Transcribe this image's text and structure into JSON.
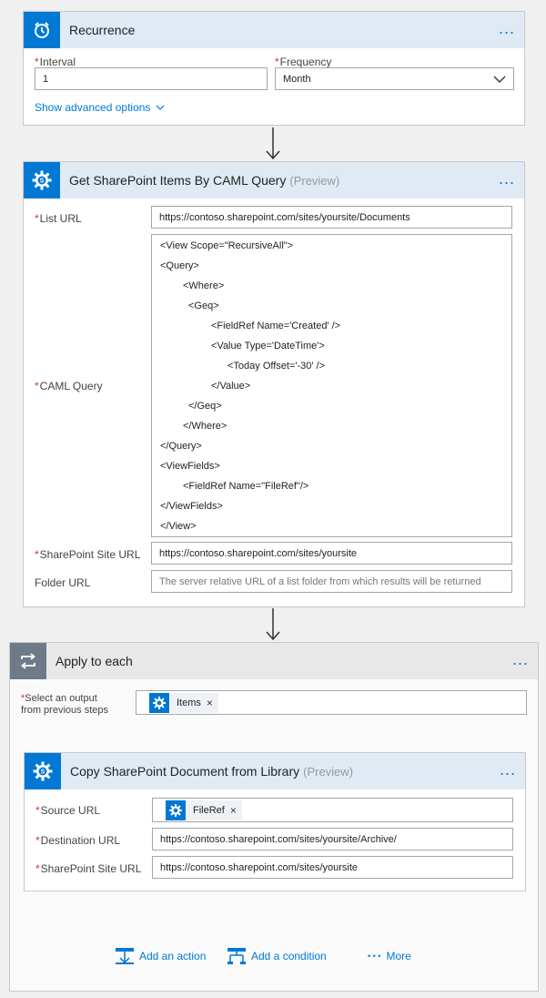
{
  "recurrence": {
    "title": "Recurrence",
    "interval_label": "Interval",
    "interval_value": "1",
    "frequency_label": "Frequency",
    "frequency_value": "Month",
    "advanced_link": "Show advanced options",
    "more": "..."
  },
  "caml_card": {
    "title": "Get SharePoint Items By CAML Query",
    "preview": "(Preview)",
    "more": "...",
    "list_url_label": "List URL",
    "list_url_value": "https://contoso.sharepoint.com/sites/yoursite/Documents",
    "caml_label": "CAML Query",
    "caml_lines": [
      "<View Scope=\"RecursiveAll\">",
      "<Query>",
      "<Where>",
      "<Geq>",
      "<FieldRef Name='Created' />",
      "<Value Type='DateTime'>",
      "<Today Offset='-30' />",
      "</Value>",
      "</Geq>",
      "</Where>",
      "</Query>",
      "<ViewFields>",
      "<FieldRef Name=\"FileRef\"/>",
      "</ViewFields>",
      "</View>"
    ],
    "site_url_label": "SharePoint Site URL",
    "site_url_value": "https://contoso.sharepoint.com/sites/yoursite",
    "folder_url_label": "Folder URL",
    "folder_url_placeholder": "The server relative URL of a list folder from which results will be returned"
  },
  "apply_each": {
    "title": "Apply to each",
    "more": "...",
    "select_label_line1": "Select an output",
    "select_label_line2": "from previous steps",
    "token_label": "Items",
    "token_remove": "×"
  },
  "copy_card": {
    "title": "Copy SharePoint Document from Library",
    "preview": "(Preview)",
    "more": "...",
    "source_label": "Source URL",
    "source_token": "FileRef",
    "source_remove": "×",
    "dest_label": "Destination URL",
    "dest_value": "https://contoso.sharepoint.com/sites/yoursite/Archive/",
    "site_label": "SharePoint Site URL",
    "site_value": "https://contoso.sharepoint.com/sites/yoursite"
  },
  "footer": {
    "add_action": "Add an action",
    "add_condition": "Add a condition",
    "more_dots": "• • •",
    "more": "More"
  },
  "colors": {
    "accent": "#0078d4",
    "required": "#d13438"
  }
}
